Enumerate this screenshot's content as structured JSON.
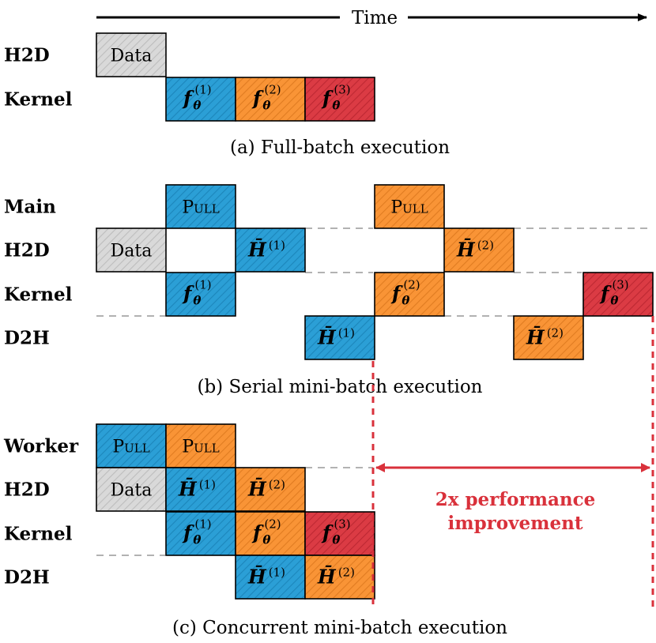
{
  "time_label": "Time",
  "colors": {
    "data": "#d9d9d9",
    "blue": "#2b9fd6",
    "orange": "#f99436",
    "red": "#db3b44",
    "annotation": "#d9313b"
  },
  "block_text": {
    "data": "Data",
    "pull": "Pull",
    "f_base": "f",
    "f_sub": "θ",
    "h_base": "H̄"
  },
  "panels": [
    {
      "id": "a",
      "caption": "(a) Full-batch execution",
      "rows": [
        {
          "label": "H2D",
          "blocks": [
            {
              "start": 0,
              "kind": "data",
              "color": "data"
            }
          ]
        },
        {
          "label": "Kernel",
          "blocks": [
            {
              "start": 1,
              "kind": "f",
              "sup": "(1)",
              "color": "blue"
            },
            {
              "start": 2,
              "kind": "f",
              "sup": "(2)",
              "color": "orange"
            },
            {
              "start": 3,
              "kind": "f",
              "sup": "(3)",
              "color": "red"
            }
          ]
        }
      ]
    },
    {
      "id": "b",
      "caption": "(b) Serial mini-batch execution",
      "rows": [
        {
          "label": "Main",
          "blocks": [
            {
              "start": 1,
              "kind": "pull",
              "color": "blue"
            },
            {
              "start": 4,
              "kind": "pull",
              "color": "orange"
            }
          ]
        },
        {
          "label": "H2D",
          "blocks": [
            {
              "start": 0,
              "kind": "data",
              "color": "data"
            },
            {
              "start": 2,
              "kind": "h",
              "sup": "(1)",
              "color": "blue"
            },
            {
              "start": 5,
              "kind": "h",
              "sup": "(2)",
              "color": "orange"
            }
          ]
        },
        {
          "label": "Kernel",
          "blocks": [
            {
              "start": 1,
              "kind": "f",
              "sup": "(1)",
              "color": "blue"
            },
            {
              "start": 4,
              "kind": "f",
              "sup": "(2)",
              "color": "orange"
            },
            {
              "start": 7,
              "kind": "f",
              "sup": "(3)",
              "color": "red"
            }
          ]
        },
        {
          "label": "D2H",
          "blocks": [
            {
              "start": 3,
              "kind": "h",
              "sup": "(1)",
              "color": "blue"
            },
            {
              "start": 6,
              "kind": "h",
              "sup": "(2)",
              "color": "orange"
            }
          ]
        }
      ]
    },
    {
      "id": "c",
      "caption": "(c) Concurrent mini-batch execution",
      "rows": [
        {
          "label": "Worker",
          "blocks": [
            {
              "start": 0,
              "kind": "pull",
              "color": "blue"
            },
            {
              "start": 1,
              "kind": "pull",
              "color": "orange"
            }
          ]
        },
        {
          "label": "H2D",
          "blocks": [
            {
              "start": 0,
              "kind": "data",
              "color": "data"
            },
            {
              "start": 1,
              "kind": "h",
              "sup": "(1)",
              "color": "blue"
            },
            {
              "start": 2,
              "kind": "h",
              "sup": "(2)",
              "color": "orange"
            }
          ]
        },
        {
          "label": "Kernel",
          "blocks": [
            {
              "start": 1,
              "kind": "f",
              "sup": "(1)",
              "color": "blue"
            },
            {
              "start": 2,
              "kind": "f",
              "sup": "(2)",
              "color": "orange"
            },
            {
              "start": 3,
              "kind": "f",
              "sup": "(3)",
              "color": "red"
            }
          ]
        },
        {
          "label": "D2H",
          "blocks": [
            {
              "start": 2,
              "kind": "h",
              "sup": "(1)",
              "color": "blue"
            },
            {
              "start": 3,
              "kind": "h",
              "sup": "(2)",
              "color": "orange"
            }
          ]
        }
      ]
    }
  ],
  "annotation": {
    "line1": "2x performance",
    "line2": "improvement"
  }
}
